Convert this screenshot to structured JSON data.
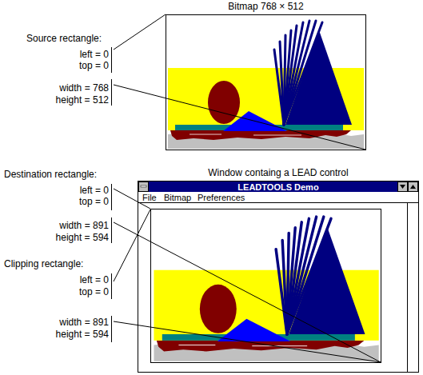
{
  "diagram": {
    "nodes": [
      {
        "text": [
          "Bitmap 768 × 512"
        ]
      },
      {
        "text": [
          "Window containg a LEAD control",
          "LEADTOOLS Demo"
        ]
      }
    ],
    "labels": [
      "Source rectangle:",
      "left = 0",
      "top = 0",
      "width = 768",
      "height = 512",
      "Destination rectangle:",
      "left = 0",
      "top = 0",
      "width = 891",
      "height = 594",
      "Clipping rectangle:",
      "left = 0",
      "top = 0",
      "width = 891",
      "height = 594",
      "File",
      "Bitmap",
      "Preferences"
    ]
  }
}
